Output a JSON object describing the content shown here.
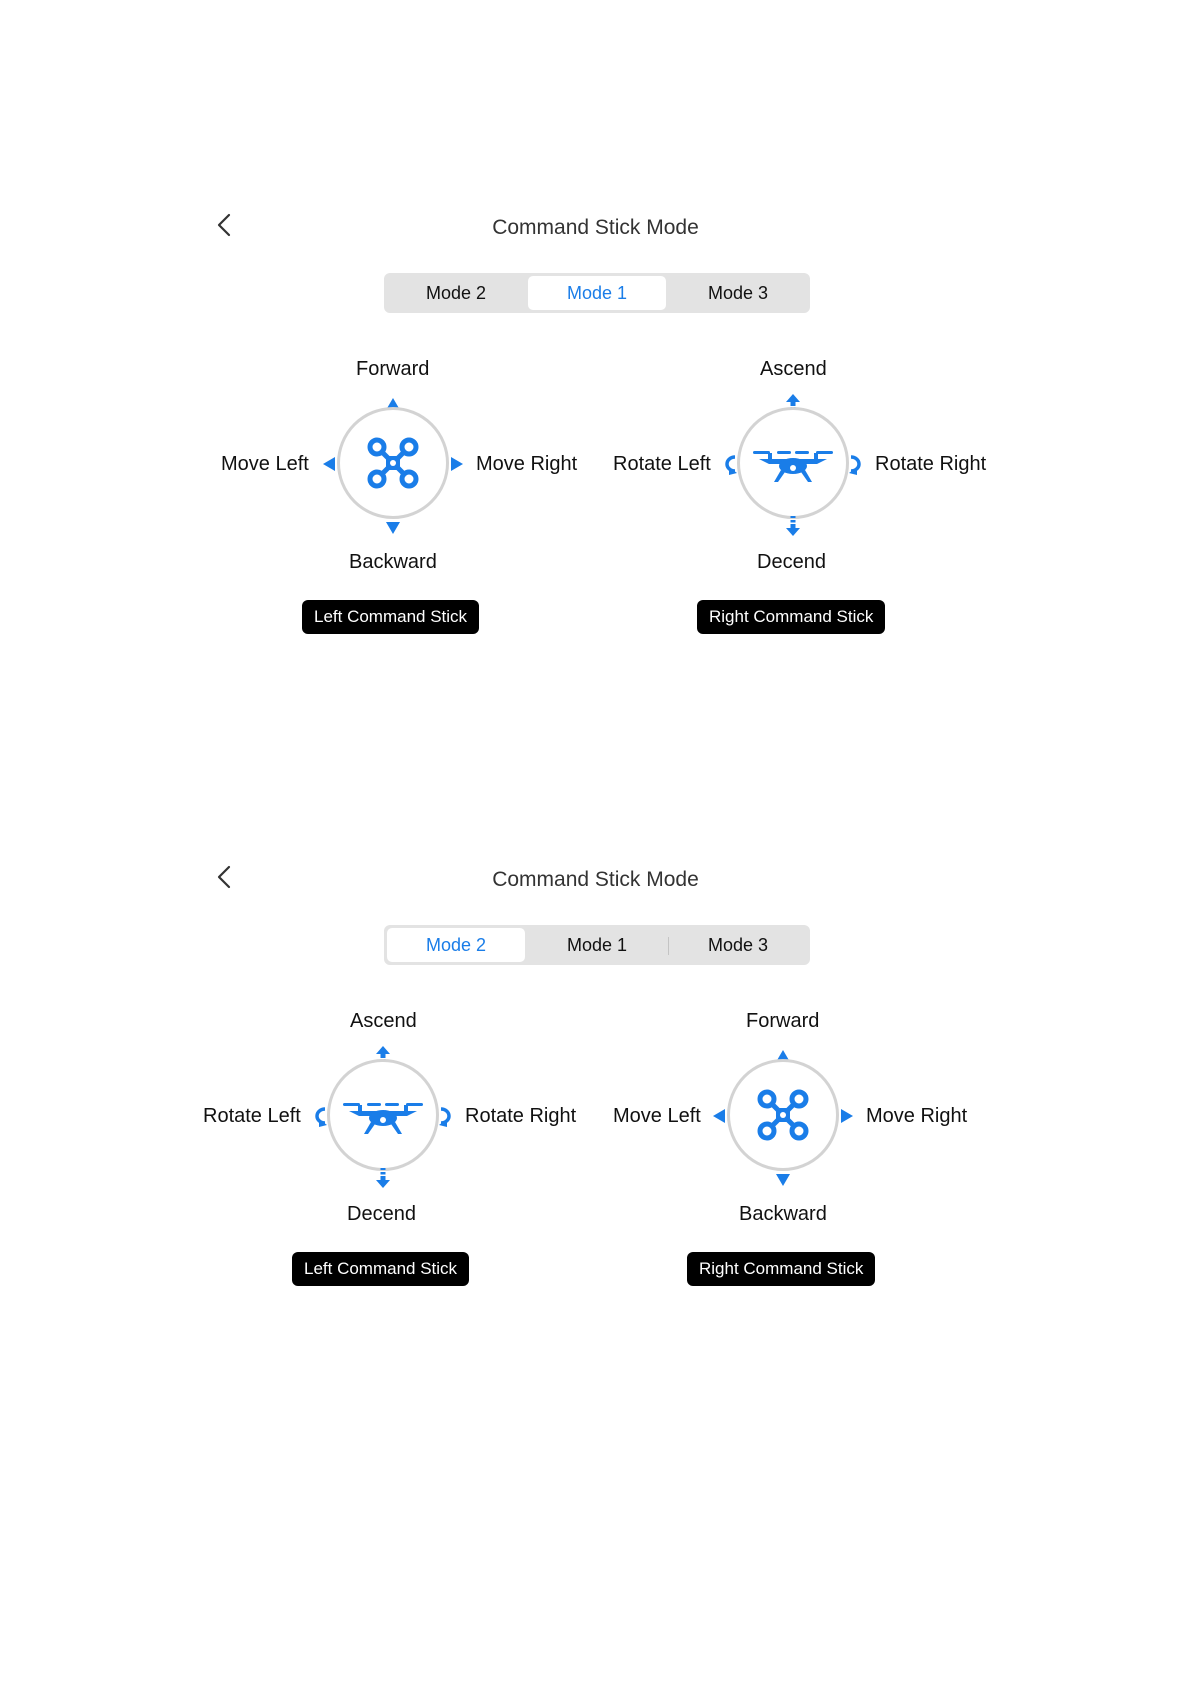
{
  "colors": {
    "accent": "#1a7de8",
    "segment_bg": "#e3e3e3",
    "ring": "#d3d3d3",
    "pill_bg": "#000000"
  },
  "screens": [
    {
      "title": "Command Stick Mode",
      "tabs": [
        {
          "label": "Mode 2"
        },
        {
          "label": "Mode 1"
        },
        {
          "label": "Mode 3"
        }
      ],
      "selected_tab": "Mode 1",
      "left": {
        "top": "Forward",
        "bottom": "Backward",
        "left": "Move Left",
        "right": "Move Right",
        "icon": "quadcopter-top-icon",
        "caption": "Left Command Stick"
      },
      "right": {
        "top": "Ascend",
        "bottom": "Decend",
        "left": "Rotate Left",
        "right": "Rotate Right",
        "icon": "drone-front-icon",
        "caption": "Right Command Stick"
      }
    },
    {
      "title": "Command Stick Mode",
      "tabs": [
        {
          "label": "Mode 2"
        },
        {
          "label": "Mode 1"
        },
        {
          "label": "Mode 3"
        }
      ],
      "selected_tab": "Mode 2",
      "left": {
        "top": "Ascend",
        "bottom": "Decend",
        "left": "Rotate Left",
        "right": "Rotate Right",
        "icon": "drone-front-icon",
        "caption": "Left Command Stick"
      },
      "right": {
        "top": "Forward",
        "bottom": "Backward",
        "left": "Move Left",
        "right": "Move Right",
        "icon": "quadcopter-top-icon",
        "caption": "Right Command Stick"
      }
    }
  ]
}
